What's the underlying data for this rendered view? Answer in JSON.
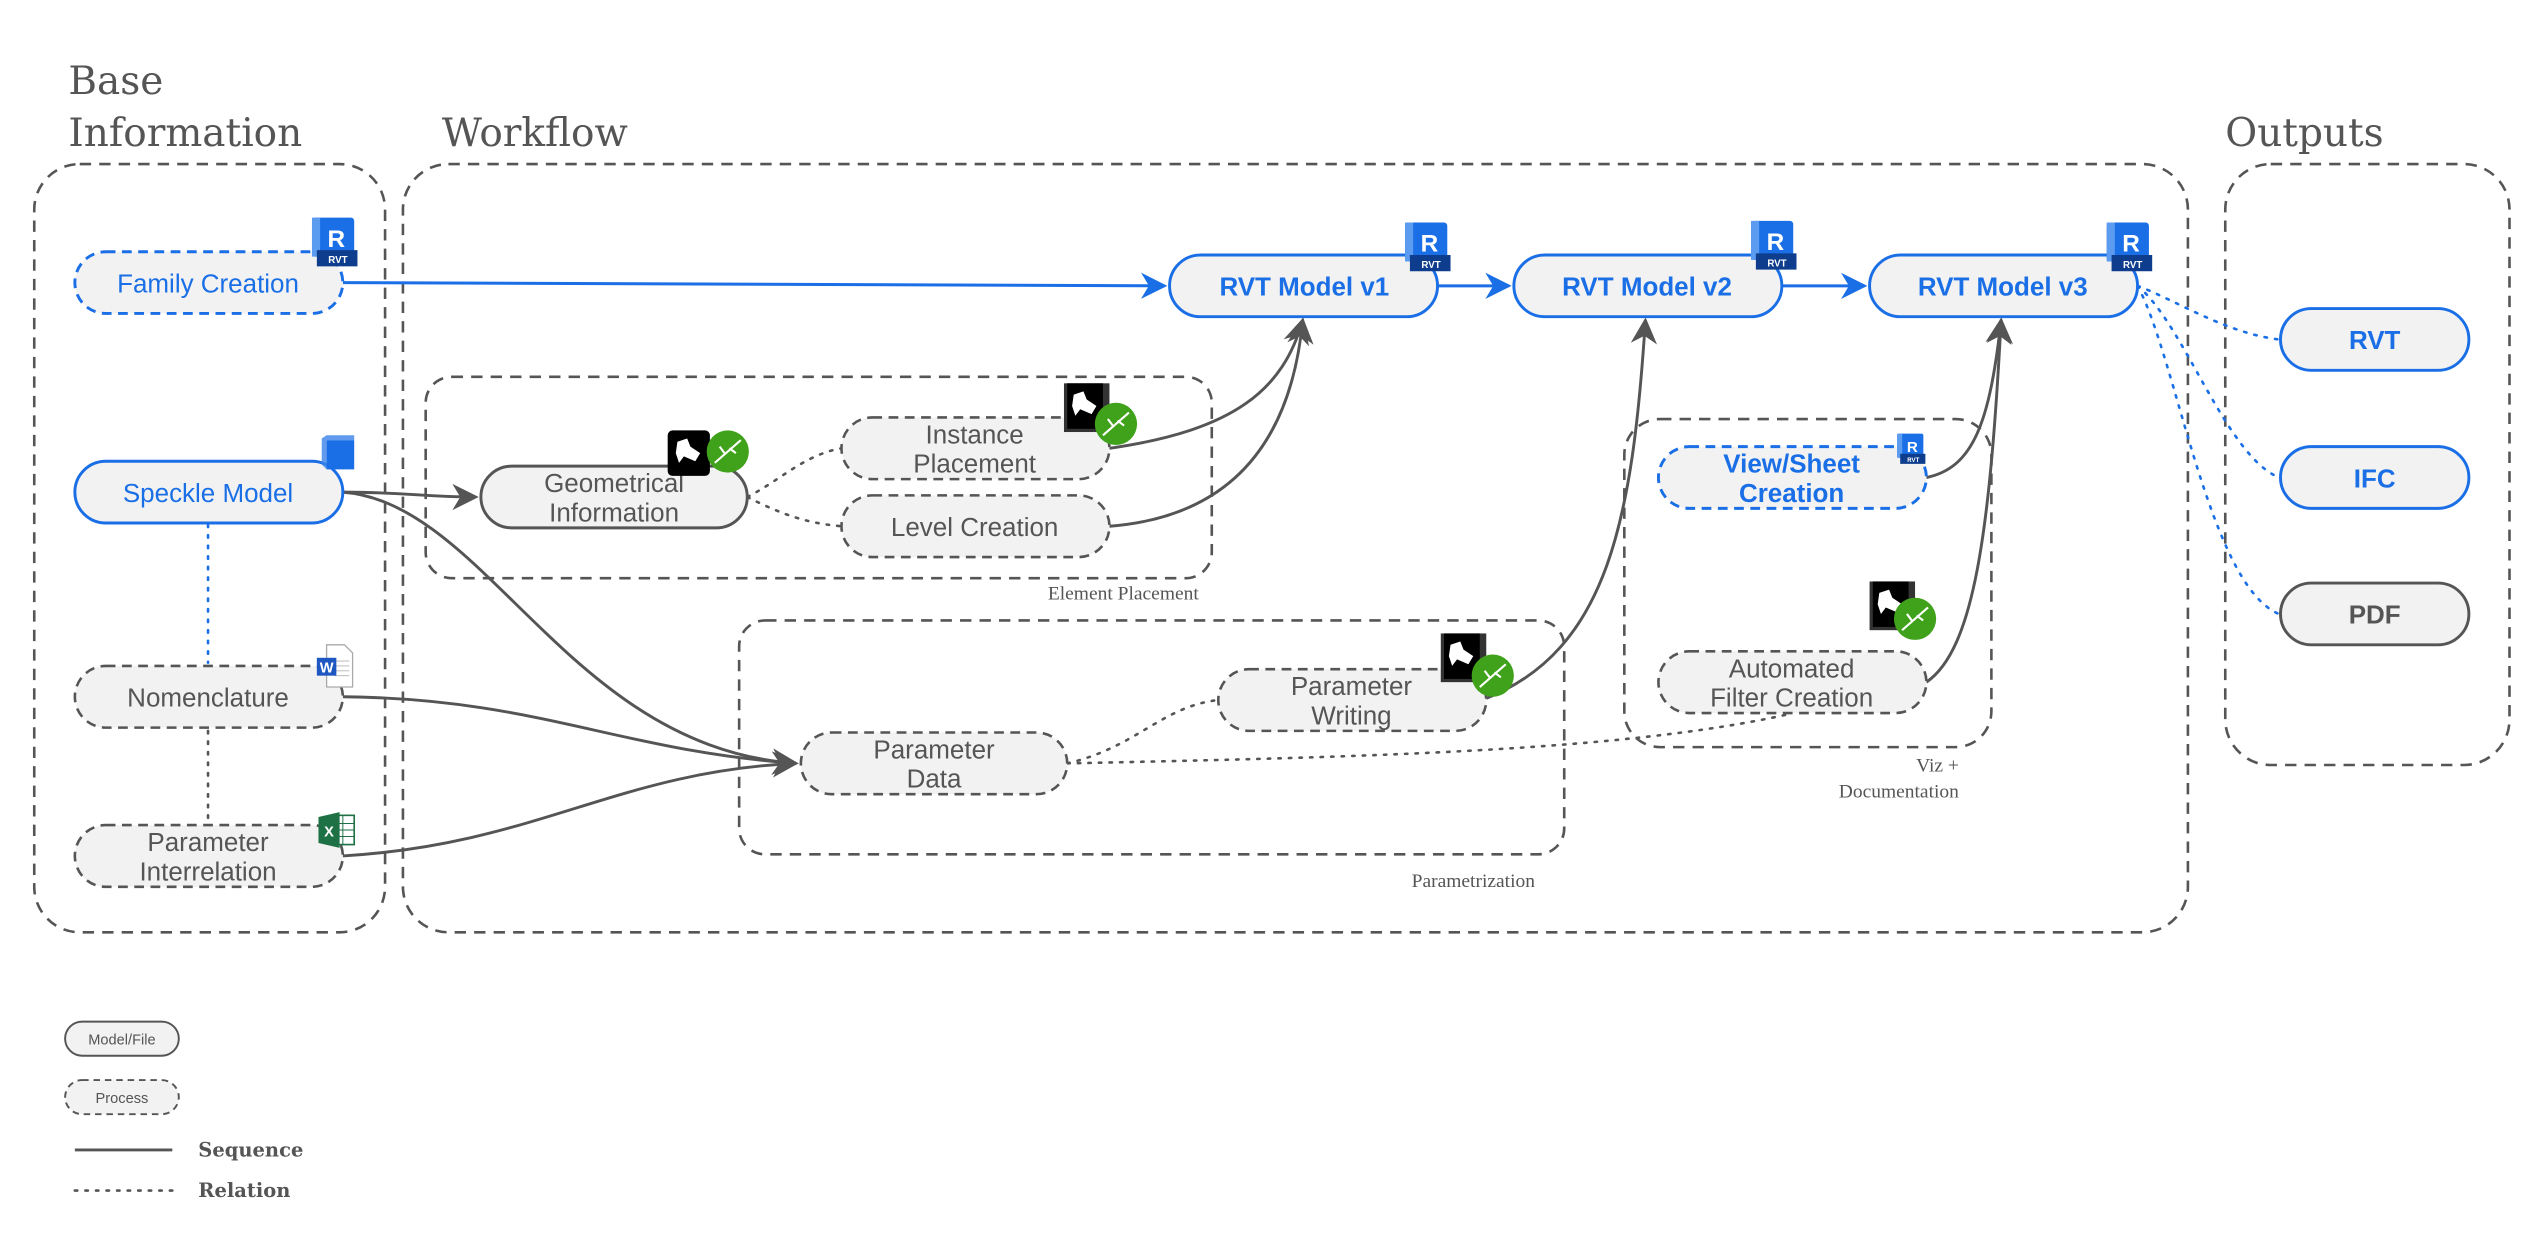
{
  "sections": {
    "base": {
      "title_line1": "Base",
      "title_line2": "Information"
    },
    "workflow": {
      "title": "Workflow"
    },
    "outputs": {
      "title": "Outputs"
    }
  },
  "groups": {
    "element_placement": "Element Placement",
    "parametrization": "Parametrization",
    "viz_line1": "Viz +",
    "viz_line2": "Documentation"
  },
  "nodes": {
    "family_creation": {
      "label": "Family Creation",
      "icon": "revit-icon"
    },
    "speckle_model": {
      "label": "Speckle Model",
      "icon": "speckle-cube-icon"
    },
    "nomenclature": {
      "label": "Nomenclature",
      "icon": "word-document-icon"
    },
    "parameter_interrelation": {
      "line1": "Parameter",
      "line2": "Interrelation",
      "icon": "excel-icon"
    },
    "geometrical_information": {
      "line1": "Geometrical",
      "line2": "Information",
      "icon": "rhino-grasshopper-icon"
    },
    "instance_placement": {
      "line1": "Instance",
      "line2": "Placement",
      "icon": "rhino-grasshopper-icon"
    },
    "level_creation": {
      "label": "Level Creation"
    },
    "parameter_data": {
      "line1": "Parameter",
      "line2": "Data"
    },
    "parameter_writing": {
      "line1": "Parameter",
      "line2": "Writing",
      "icon": "rhino-grasshopper-icon"
    },
    "rvt_v1": {
      "label": "RVT Model v1",
      "icon": "revit-icon"
    },
    "rvt_v2": {
      "label": "RVT Model v2",
      "icon": "revit-icon"
    },
    "rvt_v3": {
      "label": "RVT Model v3",
      "icon": "revit-icon"
    },
    "view_sheet": {
      "line1": "View/Sheet",
      "line2": "Creation",
      "icon": "revit-icon"
    },
    "auto_filter": {
      "line1": "Automated",
      "line2": "Filter Creation",
      "icon": "rhino-grasshopper-icon"
    },
    "out_rvt": {
      "label": "RVT"
    },
    "out_ifc": {
      "label": "IFC"
    },
    "out_pdf": {
      "label": "PDF"
    }
  },
  "icons": {
    "revit_letter": "R",
    "revit_tag": "RVT",
    "word_letter": "W",
    "excel_letter": "X"
  },
  "legend": {
    "model_file": "Model/File",
    "process": "Process",
    "sequence": "Sequence",
    "relation": "Relation"
  },
  "colors": {
    "accent": "#1a6fe6",
    "stroke": "#555555",
    "fill": "#f2f2f2",
    "grasshopper": "#3fa21a"
  }
}
